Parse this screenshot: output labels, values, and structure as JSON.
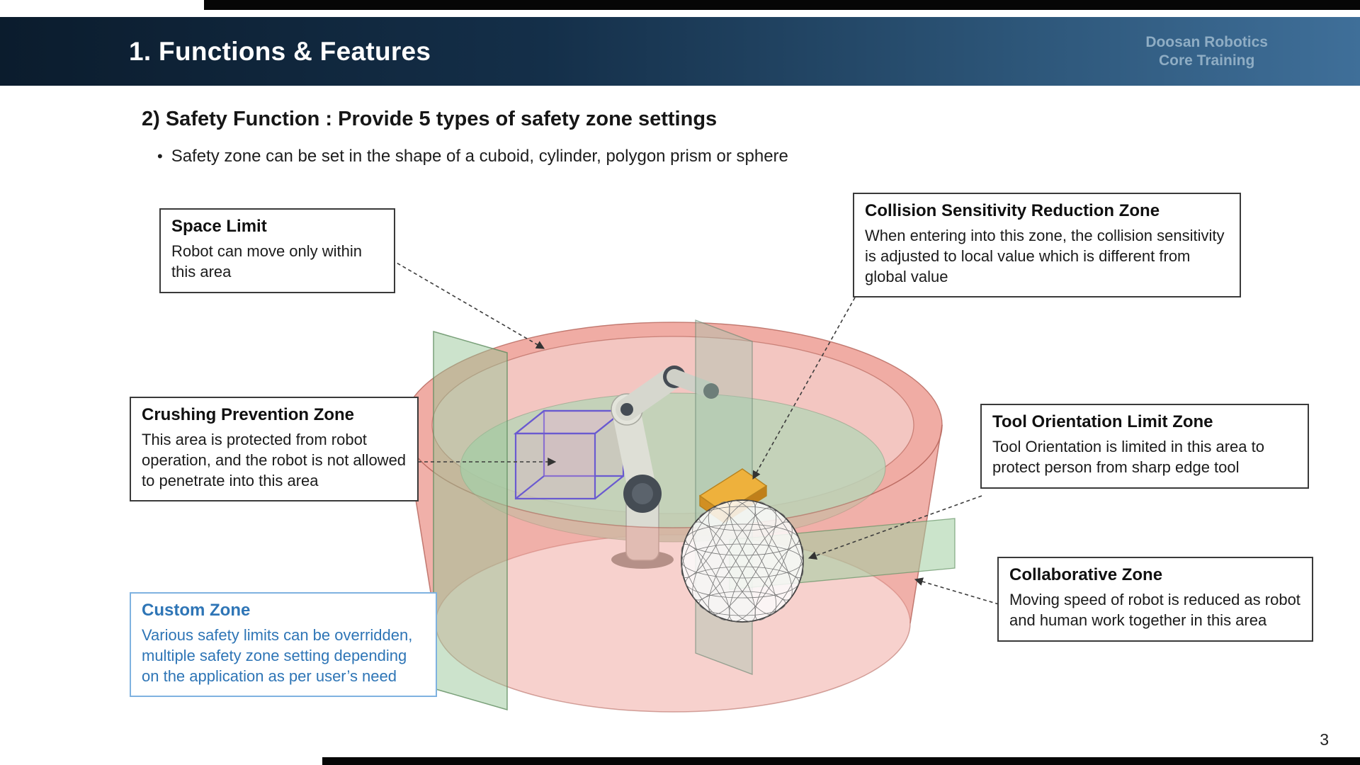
{
  "header": {
    "title": "1. Functions & Features",
    "brand_line1": "Doosan Robotics",
    "brand_line2": "Core Training"
  },
  "slide": {
    "heading": "2) Safety Function : Provide 5 types of safety zone settings",
    "bullet_marker": "•",
    "bullet": "Safety zone can be set in the shape of a cuboid, cylinder, polygon prism or sphere",
    "page_number": "3"
  },
  "callouts": {
    "space_limit": {
      "title": "Space Limit",
      "body": "Robot can move only within this area"
    },
    "collision_sensitivity": {
      "title": "Collision Sensitivity Reduction Zone",
      "body": "When entering into this zone, the collision sensitivity is adjusted to local value which is different from global value"
    },
    "crushing_prevention": {
      "title": "Crushing Prevention Zone",
      "body": "This area is protected from robot operation, and the robot is not allowed to penetrate into this area"
    },
    "tool_orientation": {
      "title": "Tool Orientation Limit Zone",
      "body": "Tool Orientation is limited in this area to protect person from sharp edge tool"
    },
    "collaborative": {
      "title": "Collaborative Zone",
      "body": "Moving speed of robot is reduced as robot and human work together in this area"
    },
    "custom": {
      "title": "Custom Zone",
      "body": "Various safety limits can be overridden, multiple safety zone setting depending on the application as per user’s need"
    }
  },
  "diagram": {
    "zones": [
      "space-limit-cylinder",
      "crushing-prevention-cube",
      "collision-sensitivity-plane",
      "tool-orientation-sphere",
      "collaborative-plane"
    ],
    "colors": {
      "header_gradient_start": "#0b1c2d",
      "header_gradient_end": "#3f6f99",
      "brand_text": "#8fadc4",
      "custom_zone_blue": "#2e75b6",
      "custom_zone_border": "#7fb2e0",
      "zone_red": "#e89a8e",
      "zone_green": "#9cc69c",
      "cube_purple": "#6a5ad0",
      "tool_orange": "#eeb13c"
    }
  }
}
